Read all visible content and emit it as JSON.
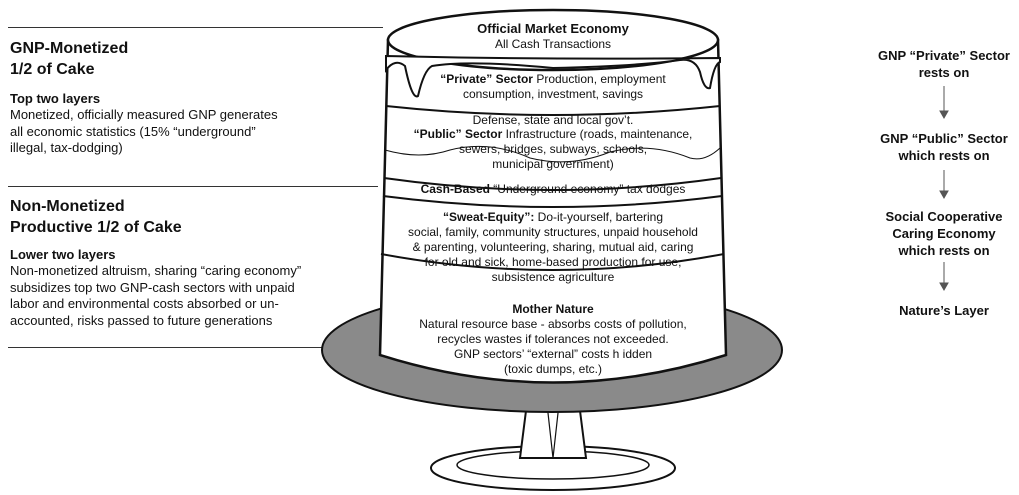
{
  "left": {
    "monetized": {
      "title": "GNP-Monetized",
      "subtitle": "1/2 of Cake",
      "heading": "Top two layers",
      "lines": [
        "Monetized, officially measured GNP generates",
        "all economic statistics (15% “underground”",
        "illegal, tax-dodging)"
      ]
    },
    "non_monetized": {
      "title": "Non-Monetized",
      "subtitle": "Productive 1/2 of Cake",
      "heading": "Lower two layers",
      "lines": [
        "Non-monetized altruism, sharing “caring economy”",
        "subsidizes top two GNP-cash sectors with unpaid",
        "labor and environmental costs absorbed or un-",
        "accounted, risks passed to future generations"
      ]
    }
  },
  "cake": {
    "top": {
      "title": "Official Market Economy",
      "subtitle": "All Cash Transactions"
    },
    "private": {
      "bold": "“Private” Sector",
      "line1_rest": " Production, employment",
      "line2": "consumption, investment, savings"
    },
    "public": {
      "line1": "Defense, state and local gov’t.",
      "bold": "“Public” Sector",
      "line2_rest": " Infrastructure (roads, maintenance,",
      "line3": "sewers, bridges, subways, schools,",
      "line4": "municipal government)"
    },
    "underground": {
      "bold": "Cash-Based",
      "rest": " “Underground economy” tax dodges"
    },
    "sweat": {
      "bold": "“Sweat-Equity”:",
      "line1_rest": " Do-it-yourself, bartering",
      "line2": "social, family, community structures, unpaid household",
      "line3": "& parenting, volunteering, sharing, mutual aid, caring",
      "line4": "for old and sick, home-based production for use,",
      "line5": "subsistence agriculture"
    },
    "nature": {
      "title": "Mother Nature",
      "line1": "Natural resource base - absorbs costs of pollution,",
      "line2": "recycles wastes if tolerances not exceeded.",
      "line3": "GNP sectors’ “external” costs h idden",
      "line4": "(toxic dumps, etc.)"
    }
  },
  "right": {
    "items": [
      [
        "GNP “Private” Sector",
        "rests on"
      ],
      [
        "GNP “Public” Sector",
        "which rests on"
      ],
      [
        "Social Cooperative",
        "Caring Economy",
        "which rests on"
      ],
      [
        "Nature’s Layer"
      ]
    ]
  }
}
